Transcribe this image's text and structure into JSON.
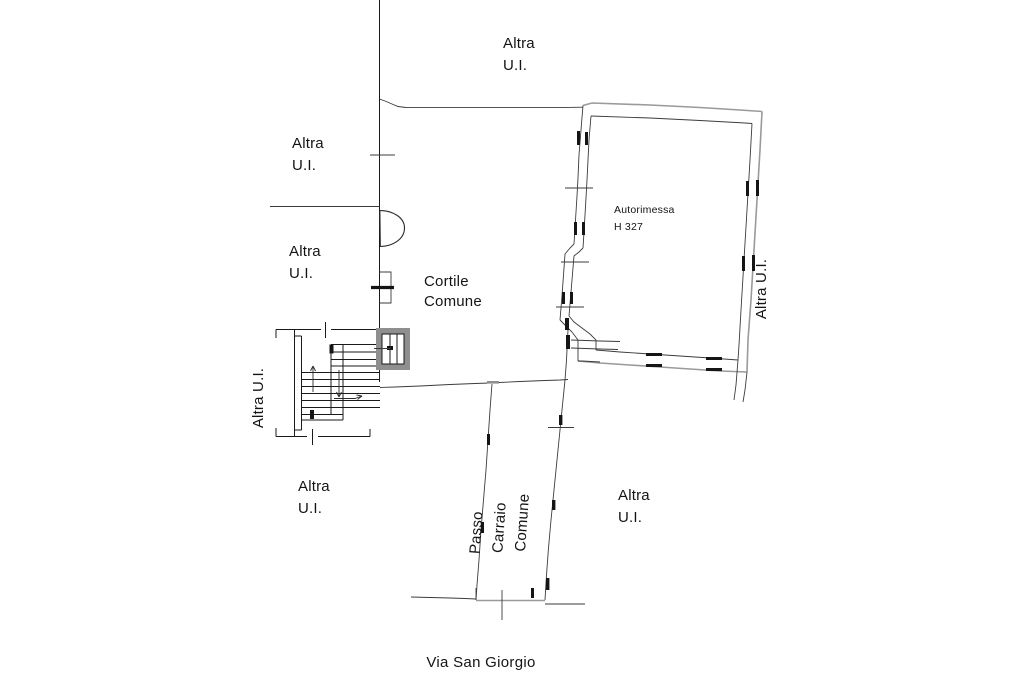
{
  "document": {
    "type": "architectural-floor-plan",
    "street_caption": "Via San Giorgio"
  },
  "colors": {
    "background": "#ffffff",
    "line_dark": "#141414",
    "line_mid": "#2b2b2b",
    "line_gray": "#8f8f8f",
    "text": "#141414"
  },
  "rooms": {
    "garage": {
      "name": "Autorimessa",
      "height_label": "H 327"
    },
    "courtyard": {
      "line1": "Cortile",
      "line2": "Comune"
    },
    "driveway": {
      "line1": "Passo",
      "line2": "Carraio",
      "line3": "Comune"
    }
  },
  "neighbor_labels": {
    "top": {
      "line1": "Altra",
      "line2": "U.I."
    },
    "left_upper": {
      "line1": "Altra",
      "line2": "U.I."
    },
    "left_middle": {
      "line1": "Altra",
      "line2": "U.I."
    },
    "left_vertical": "Altra U.I.",
    "left_lower": {
      "line1": "Altra",
      "line2": "U.I."
    },
    "right_vertical": "Altra U.I.",
    "bottom_right": {
      "line1": "Altra",
      "line2": "U.I."
    }
  }
}
